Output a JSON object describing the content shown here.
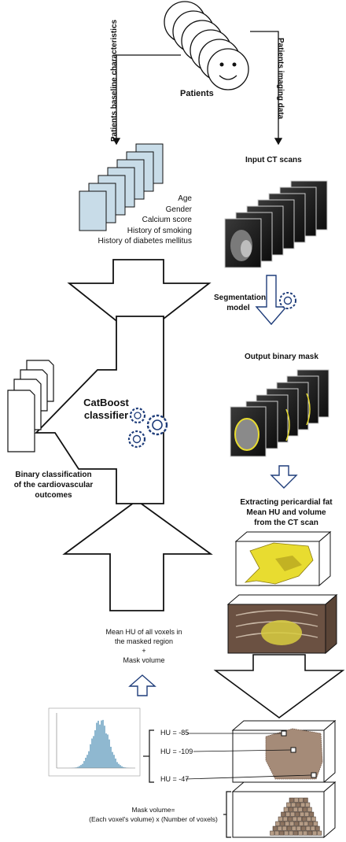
{
  "patients": {
    "title": "Patients",
    "left_label": "Patients baseline characteristics",
    "right_label": "Patients imaging data"
  },
  "baseline": {
    "items": [
      "Age",
      "Gender",
      "Calcium score",
      "History of smoking",
      "History of diabetes mellitus"
    ]
  },
  "ct": {
    "input_label": "Input CT scans",
    "segmentation_label": [
      "Segmentation",
      "model"
    ],
    "output_label": "Output binary mask",
    "extract_label": [
      "Extracting pericardial fat",
      "Mean HU and volume",
      "from the CT scan"
    ]
  },
  "classifier": {
    "label": [
      "CatBoost",
      "classifier"
    ],
    "output_label": [
      "Binary classification",
      "of the cardiovascular",
      "outcomes"
    ]
  },
  "features": {
    "label": [
      "Mean HU of all voxels in",
      "the masked region",
      "+",
      "Mask volume"
    ]
  },
  "hu": {
    "values": [
      "HU = -85",
      "HU = -109",
      "HU = -47"
    ]
  },
  "mask_volume": {
    "label": [
      "Mask volume=",
      "(Each voxel's volume) x (Number of voxels)"
    ]
  },
  "colors": {
    "doc_fill": "#c8dce8",
    "arrow_blue": "#1f3d7a",
    "fat_yellow": "#e8dc30",
    "hist_blue": "#8fb8d0"
  }
}
